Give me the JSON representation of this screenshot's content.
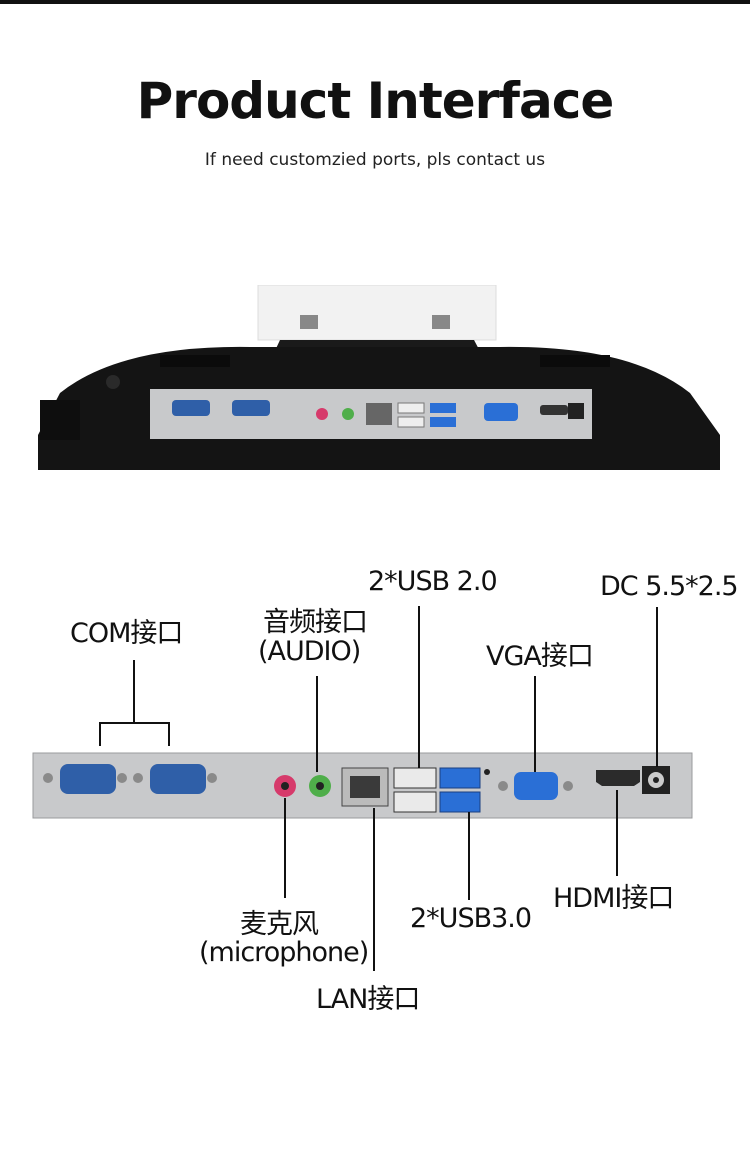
{
  "header": {
    "title": "Product Interface",
    "subtitle": "If need customzied ports, pls contact us"
  },
  "labels": {
    "com": "COM接口",
    "audio_cn": "音频接口",
    "audio_en": "(AUDIO)",
    "usb2": "2*USB 2.0",
    "vga": "VGA接口",
    "dc": "DC 5.5*2.5",
    "mic_cn": "麦克风",
    "mic_en": "(microphone)",
    "lan": "LAN接口",
    "usb3": "2*USB3.0",
    "hdmi": "HDMI接口"
  },
  "colors": {
    "panel": "#c8c9cb",
    "com_port": "#2f5fa8",
    "usb3_port": "#2a6fd6",
    "mic_jack": "#d63a6b",
    "audio_jack": "#4fae4a",
    "housing": "#141414"
  }
}
